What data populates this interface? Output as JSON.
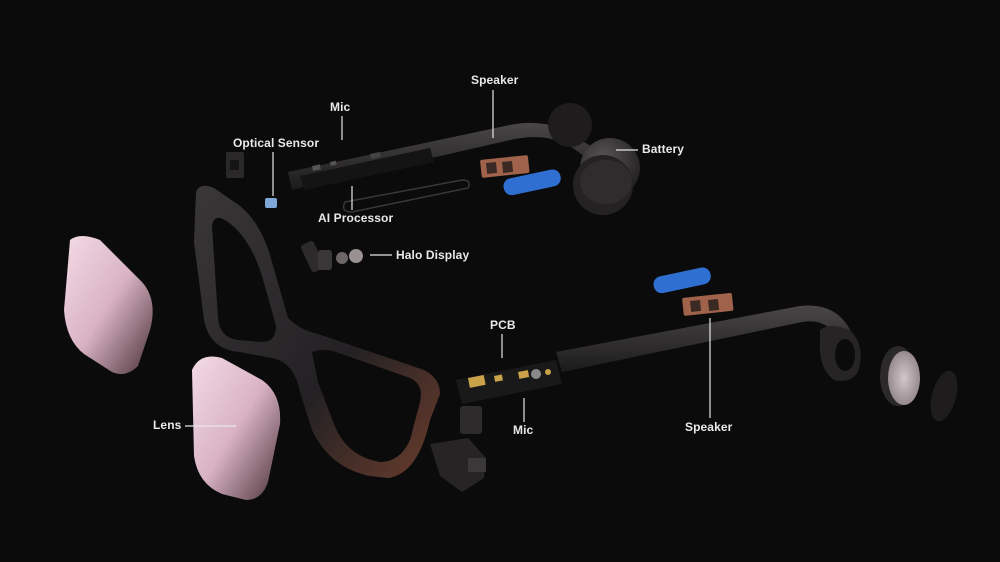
{
  "labels": {
    "speaker_top": "Speaker",
    "mic_top": "Mic",
    "optical_sensor": "Optical Sensor",
    "battery": "Battery",
    "ai_processor": "AI Processor",
    "halo_display": "Halo Display",
    "pcb": "PCB",
    "mic_bottom": "Mic",
    "lens": "Lens",
    "speaker_bottom": "Speaker"
  },
  "colors": {
    "background": "#0b0b0b",
    "frame": "#2e2c2e",
    "lens_tint": "#e6c6d4",
    "accent_blue": "#2f6fd1",
    "accent_copper": "#a0624a",
    "label_text": "#e9e9e9"
  }
}
